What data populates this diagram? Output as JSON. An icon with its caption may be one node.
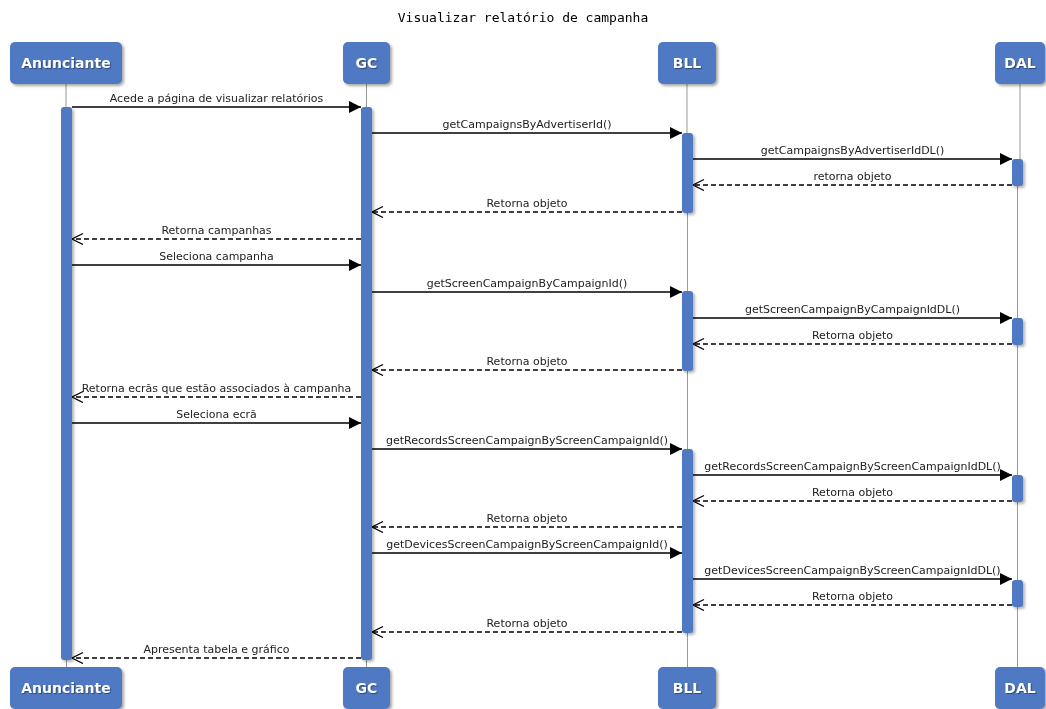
{
  "diagram": {
    "title": "Visualizar relatório de campanha",
    "nodes": [
      {
        "text": [
          "Anunciante"
        ]
      },
      {
        "text": [
          "GC"
        ]
      },
      {
        "text": [
          "BLL"
        ]
      },
      {
        "text": [
          "DAL"
        ]
      },
      {
        "text": [
          "Anunciante"
        ]
      },
      {
        "text": [
          "GC"
        ]
      },
      {
        "text": [
          "BLL"
        ]
      },
      {
        "text": [
          "DAL"
        ]
      },
      {
        "text": [],
        "shape": "bar"
      },
      {
        "text": [],
        "shape": "bar"
      },
      {
        "text": [],
        "shape": "bar"
      },
      {
        "text": [],
        "shape": "bar"
      },
      {
        "text": [],
        "shape": "bar"
      },
      {
        "text": [],
        "shape": "bar"
      },
      {
        "text": [],
        "shape": "bar"
      },
      {
        "text": [],
        "shape": "bar"
      },
      {
        "text": [],
        "shape": "bar"
      }
    ],
    "edges": [
      {
        "from": 0,
        "to": 8,
        "arrow": "none",
        "color": "#999999"
      },
      {
        "from": 8,
        "to": 4,
        "arrow": "none",
        "color": "#999999"
      },
      {
        "from": 1,
        "to": 9,
        "arrow": "none",
        "color": "#999999"
      },
      {
        "from": 9,
        "to": 5,
        "arrow": "none",
        "color": "#999999"
      },
      {
        "from": 2,
        "to": 10,
        "arrow": "none",
        "color": "#999999"
      },
      {
        "from": 10,
        "to": 11,
        "arrow": "none",
        "color": "#999999"
      },
      {
        "from": 11,
        "to": 12,
        "arrow": "none",
        "color": "#999999"
      },
      {
        "from": 12,
        "to": 6,
        "arrow": "none",
        "color": "#999999"
      },
      {
        "from": 3,
        "to": 13,
        "arrow": "none",
        "color": "#999999"
      },
      {
        "from": 13,
        "to": 14,
        "arrow": "none",
        "color": "#999999"
      },
      {
        "from": 14,
        "to": 15,
        "arrow": "none",
        "color": "#999999"
      },
      {
        "from": 15,
        "to": 16,
        "arrow": "none",
        "color": "#999999"
      },
      {
        "from": 16,
        "to": 7,
        "arrow": "none",
        "color": "#999999"
      },
      {
        "from": 8,
        "to": 9,
        "arrow": "to",
        "label": "Acede a página de visualizar relatórios"
      },
      {
        "from": 9,
        "to": 10,
        "arrow": "to",
        "label": "getCampaignsByAdvertiserId()"
      },
      {
        "from": 10,
        "to": 13,
        "arrow": "to",
        "label": "getCampaignsByAdvertiserIdDL()"
      },
      {
        "from": 13,
        "to": 10,
        "arrow": "to",
        "label": "retorna objeto",
        "style": "dashed"
      },
      {
        "from": 10,
        "to": 9,
        "arrow": "to",
        "label": "Retorna objeto",
        "style": "dashed"
      },
      {
        "from": 9,
        "to": 8,
        "arrow": "to",
        "label": "Retorna campanhas",
        "style": "dashed"
      },
      {
        "from": 8,
        "to": 9,
        "arrow": "to",
        "label": "Seleciona campanha"
      },
      {
        "from": 9,
        "to": 11,
        "arrow": "to",
        "label": "getScreenCampaignByCampaignId()"
      },
      {
        "from": 11,
        "to": 14,
        "arrow": "to",
        "label": "getScreenCampaignByCampaignIdDL()"
      },
      {
        "from": 14,
        "to": 11,
        "arrow": "to",
        "label": "Retorna objeto",
        "style": "dashed"
      },
      {
        "from": 11,
        "to": 9,
        "arrow": "to",
        "label": "Retorna objeto",
        "style": "dashed"
      },
      {
        "from": 9,
        "to": 8,
        "arrow": "to",
        "label": "Retorna ecrãs que estão associados à campanha",
        "style": "dashed"
      },
      {
        "from": 8,
        "to": 9,
        "arrow": "to",
        "label": "Seleciona ecrã"
      },
      {
        "from": 9,
        "to": 12,
        "arrow": "to",
        "label": "getRecordsScreenCampaignByScreenCampaignId()"
      },
      {
        "from": 12,
        "to": 15,
        "arrow": "to",
        "label": "getRecordsScreenCampaignByScreenCampaignIdDL()"
      },
      {
        "from": 15,
        "to": 12,
        "arrow": "to",
        "label": "Retorna objeto",
        "style": "dashed"
      },
      {
        "from": 12,
        "to": 9,
        "arrow": "to",
        "label": "Retorna objeto",
        "style": "dashed"
      },
      {
        "from": 9,
        "to": 12,
        "arrow": "to",
        "label": "getDevicesScreenCampaignByScreenCampaignId()"
      },
      {
        "from": 12,
        "to": 16,
        "arrow": "to",
        "label": "getDevicesScreenCampaignByScreenCampaignIdDL()"
      },
      {
        "from": 16,
        "to": 12,
        "arrow": "to",
        "label": "Retorna objeto",
        "style": "dashed"
      },
      {
        "from": 12,
        "to": 9,
        "arrow": "to",
        "label": "Retorna objeto",
        "style": "dashed"
      },
      {
        "from": 9,
        "to": 8,
        "arrow": "to",
        "label": "Apresenta tabela e gráfico",
        "style": "dashed"
      }
    ]
  }
}
